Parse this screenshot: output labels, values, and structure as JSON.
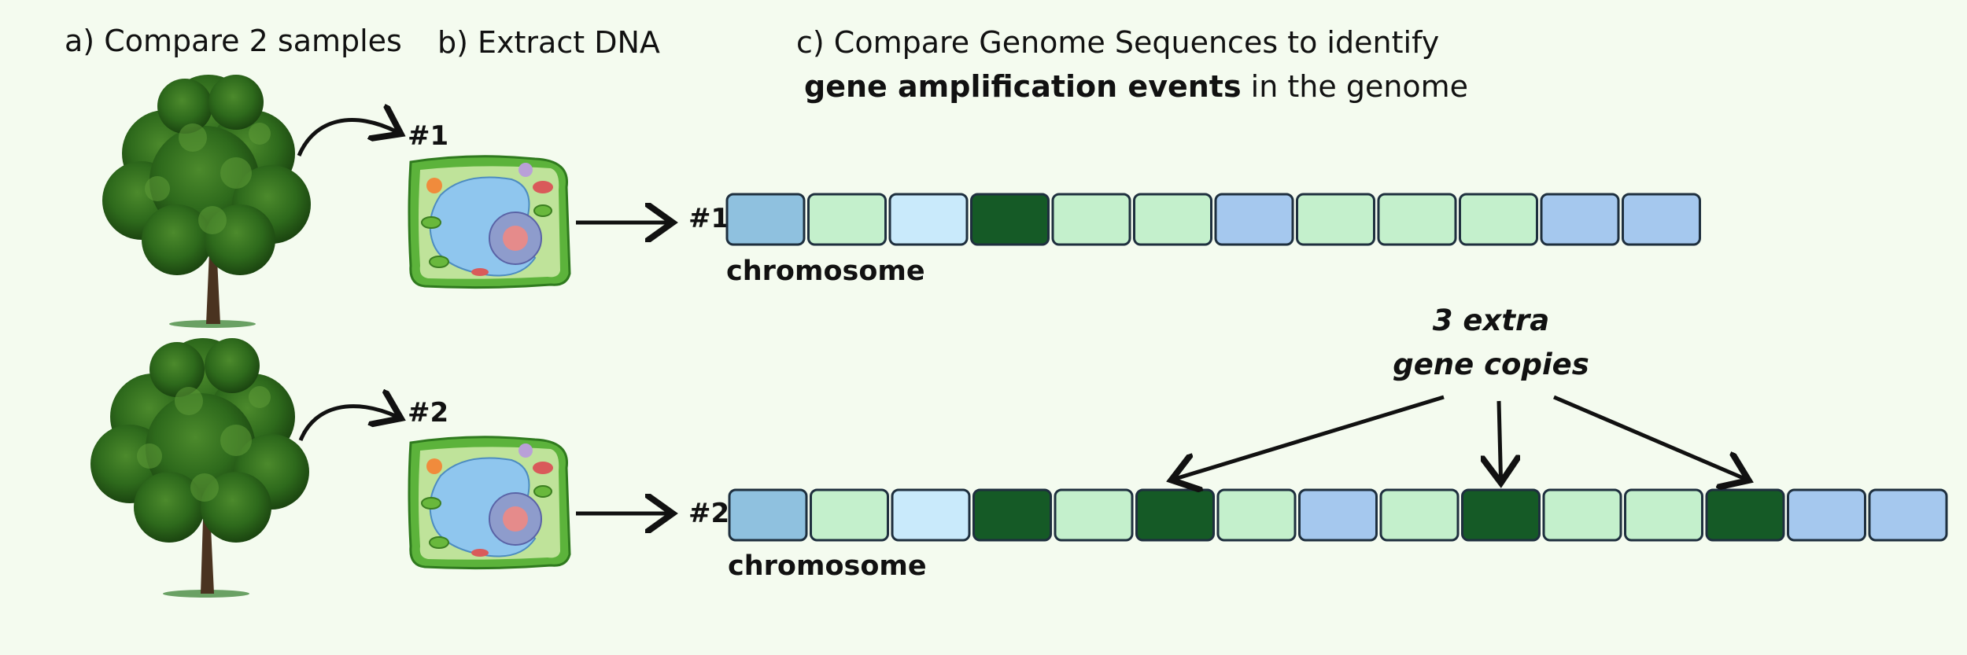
{
  "steps": {
    "a": "a) Compare 2 samples",
    "b": "b) Extract DNA",
    "c_line1": "c) Compare Genome Sequences to identify",
    "c_line2_bold": "gene amplification events",
    "c_line2_rest": " in the genome"
  },
  "samples": [
    {
      "tag": "#1",
      "chromosome_label": "chromosome",
      "genes": [
        "blue-mid",
        "mint",
        "sky",
        "dark-green",
        "mint",
        "mint",
        "periwinkle",
        "mint",
        "mint",
        "mint",
        "periwinkle",
        "periwinkle"
      ]
    },
    {
      "tag": "#2",
      "chromosome_label": "chromosome",
      "genes": [
        "blue-mid",
        "mint",
        "sky",
        "dark-green",
        "mint",
        "dark-green",
        "mint",
        "periwinkle",
        "mint",
        "dark-green",
        "mint",
        "mint",
        "dark-green",
        "periwinkle",
        "periwinkle"
      ]
    }
  ],
  "callout": {
    "line1": "3 extra",
    "line2": "gene copies",
    "targets": [
      5,
      9,
      12
    ]
  },
  "colors": {
    "background": "#f4fbef",
    "blue-mid": "#8fc1df",
    "mint": "#c4f0cc",
    "sky": "#c9eafb",
    "dark-green": "#155a26",
    "periwinkle": "#a5c8ee",
    "outline": "#1e2f3e"
  }
}
